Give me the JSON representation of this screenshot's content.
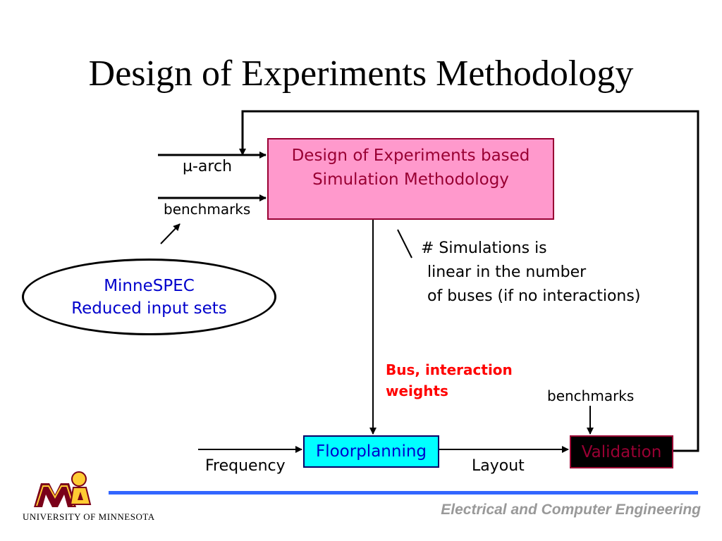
{
  "slide": {
    "title": "Design of Experiments Methodology",
    "doe_box": {
      "line1": "Design of Experiments based",
      "line2": "Simulation Methodology"
    },
    "input_march": "µ-arch",
    "input_benchmarks": "benchmarks",
    "ellipse": {
      "line1": "MinneSPEC",
      "line2": "Reduced input sets"
    },
    "note": {
      "line1": "# Simulations is",
      "line2": "linear in the number",
      "line3": "of buses (if no interactions)"
    },
    "weights": {
      "line1": "Bus, interaction",
      "line2": "weights"
    },
    "validation_benchmarks": "benchmarks",
    "floorplanning": "Floorplanning",
    "validation": "Validation",
    "frequency": "Frequency",
    "layout": "Layout"
  },
  "footer": {
    "department": "Electrical and Computer Engineering",
    "university": "UNIVERSITY OF MINNESOTA"
  },
  "colors": {
    "doe_fill": "#ff99cc",
    "doe_text": "#990033",
    "floor_fill": "#00ffff",
    "validation_fill": "#000000",
    "highlight_red": "#ff0000",
    "accent_blue": "#3366ff"
  }
}
